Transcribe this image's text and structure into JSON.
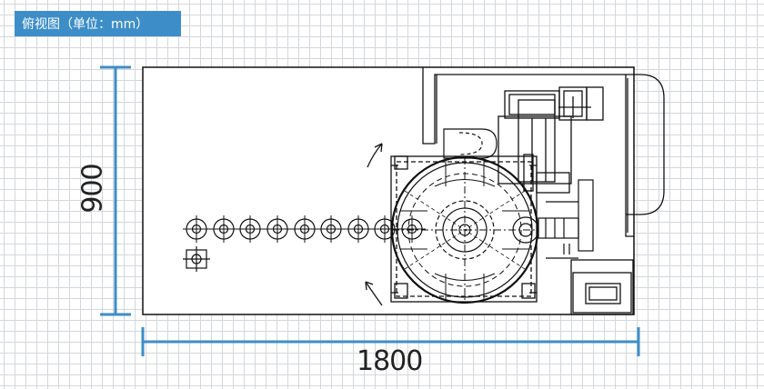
{
  "header": {
    "title": "俯视图（单位：mm）"
  },
  "dimensions": {
    "width": "1800",
    "height": "900"
  },
  "colors": {
    "accent": "#3d8ec8",
    "line": "#111111",
    "dimension": "#3d8ec8"
  }
}
